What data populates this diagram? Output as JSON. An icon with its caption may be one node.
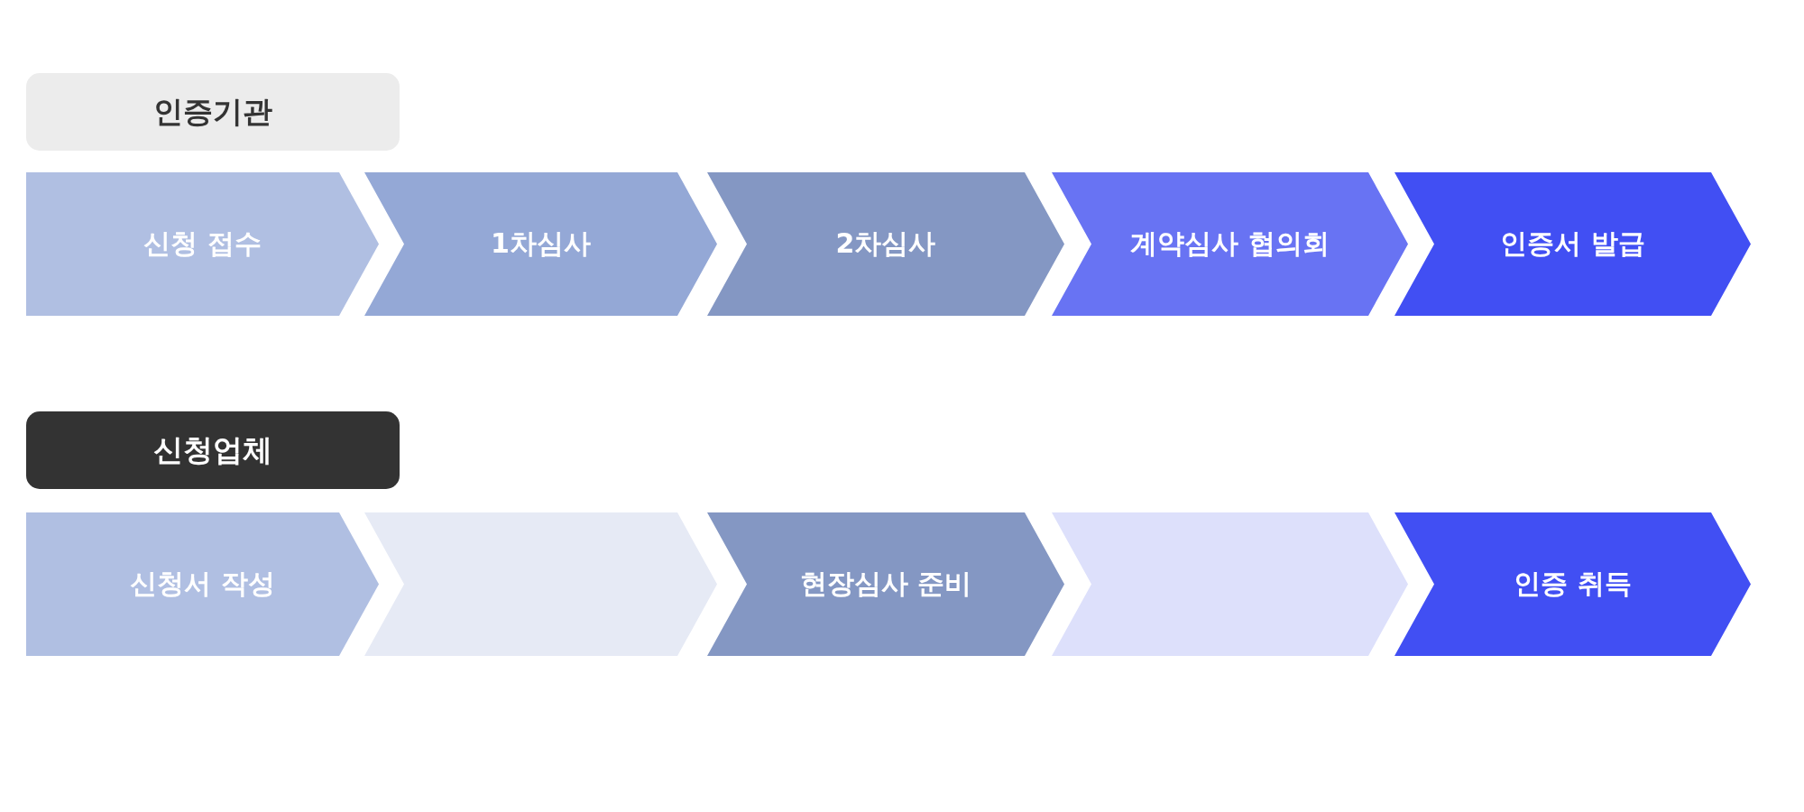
{
  "diagram": {
    "nodes": [
      {
        "text": [
          "인증기관"
        ]
      },
      {
        "text": [
          "신청 접수"
        ]
      },
      {
        "text": [
          "1차심사"
        ]
      },
      {
        "text": [
          "2차심사"
        ]
      },
      {
        "text": [
          "계약심사 협의회"
        ]
      },
      {
        "text": [
          "인증서 발급"
        ]
      },
      {
        "text": [
          "신청업체"
        ]
      },
      {
        "text": [
          "신청서 작성"
        ]
      },
      {
        "text": [],
        "shape": "chevron"
      },
      {
        "text": [
          "현장심사 준비"
        ]
      },
      {
        "text": [],
        "shape": "chevron"
      },
      {
        "text": [
          "인증 취득"
        ]
      }
    ]
  }
}
